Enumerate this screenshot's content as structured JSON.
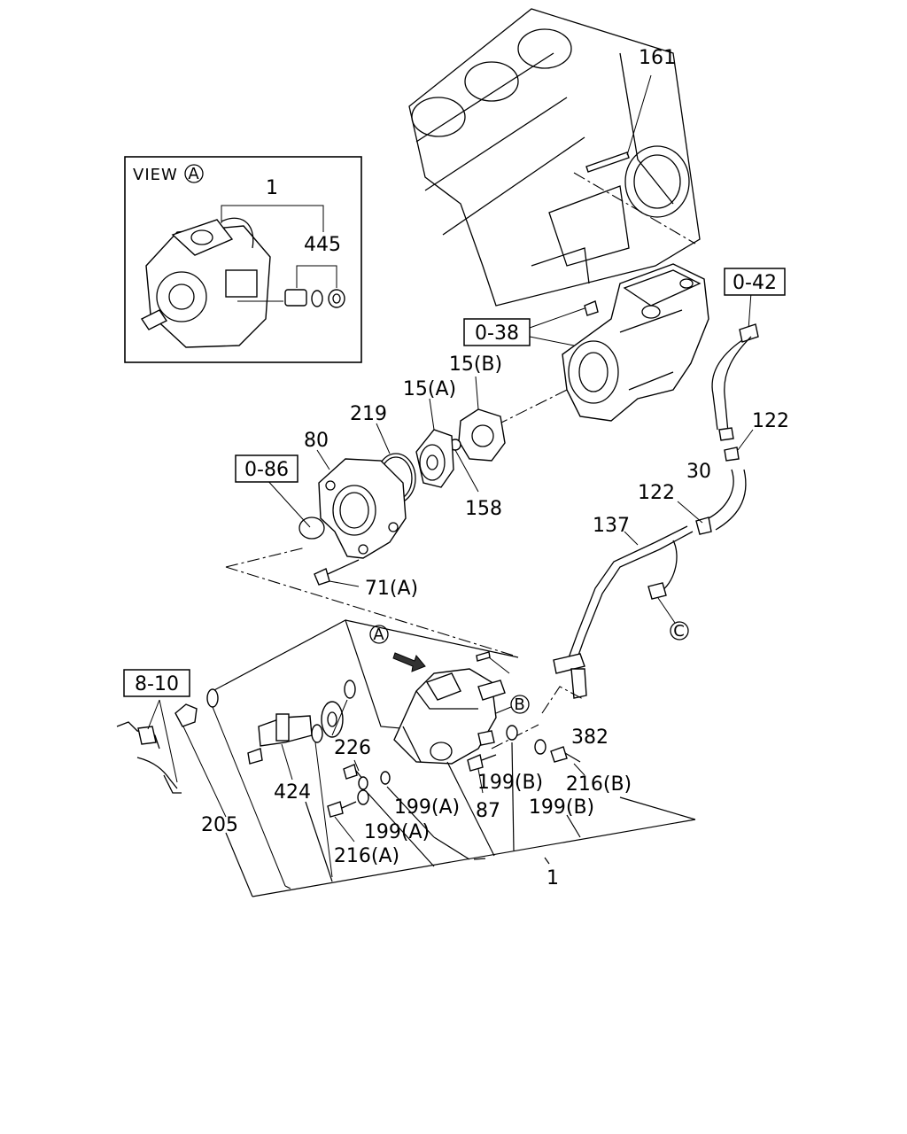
{
  "view_box": {
    "title": "VIEW",
    "marker": "A",
    "part_number": "1",
    "sub_part": "445"
  },
  "ref_boxes": [
    "0-42",
    "0-38",
    "0-86",
    "8-10"
  ],
  "circle_markers": [
    "A",
    "B",
    "C"
  ],
  "labels": {
    "p161": "161",
    "p15b": "15(B)",
    "p15a": "15(A)",
    "p219": "219",
    "p80": "80",
    "p158": "158",
    "p122a": "122",
    "p30": "30",
    "p122b": "122",
    "p137": "137",
    "p71a": "71(A)",
    "p382": "382",
    "p226": "226",
    "p424": "424",
    "p205": "205",
    "p199b1": "199(B)",
    "p216b": "216(B)",
    "p199a1": "199(A)",
    "p87": "87",
    "p199b2": "199(B)",
    "p199a2": "199(A)",
    "p216a": "216(A)",
    "p1": "1"
  }
}
